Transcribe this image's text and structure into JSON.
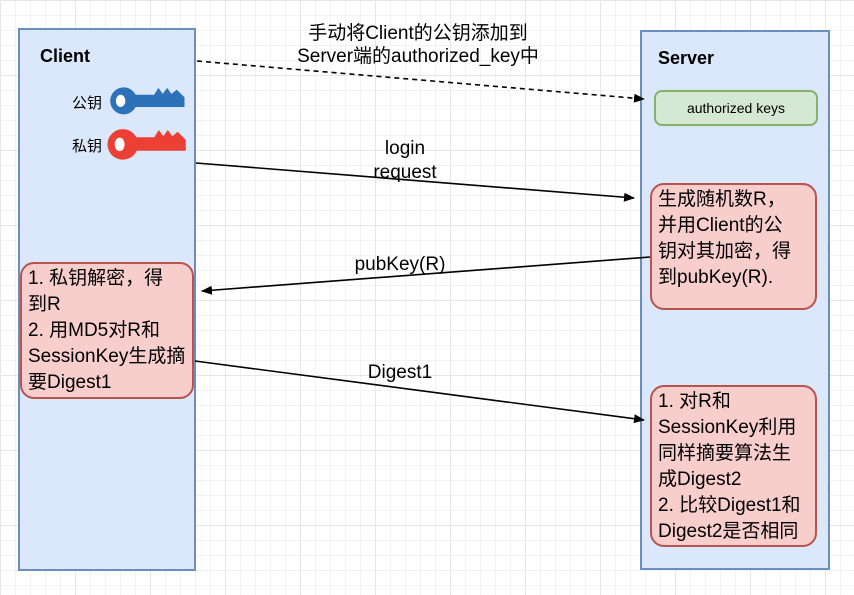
{
  "annotation": {
    "text": "手动将Client的公钥添加到\nServer端的authorized_key中"
  },
  "client": {
    "title": "Client",
    "public_key_label": "公钥",
    "private_key_label": "私钥",
    "note": "1. 私钥解密，得\n到R\n2. 用MD5对R和\nSessionKey生成摘\n要Digest1"
  },
  "server": {
    "title": "Server",
    "authorized_keys_label": "authorized keys",
    "note_generate_r": "生成随机数R，\n并用Client的公\n钥对其加密，得\n到pubKey(R).",
    "note_verify": "1. 对R和\nSessionKey利用\n同样摘要算法生\n成Digest2\n2. 比较Digest1和\nDigest2是否相同"
  },
  "messages": {
    "login": "login\nrequest",
    "pubkey": "pubKey(R)",
    "digest1": "Digest1"
  },
  "colors": {
    "lane_fill": "#dbe8fb",
    "lane_border": "#6c8ebf",
    "note_fill": "#f8cecc",
    "note_border": "#b85450",
    "authorized_fill": "#d5e8d4",
    "authorized_border": "#82b366",
    "public_key_icon": "#2d72b8",
    "private_key_icon": "#ec4034",
    "arrow": "#000000"
  }
}
